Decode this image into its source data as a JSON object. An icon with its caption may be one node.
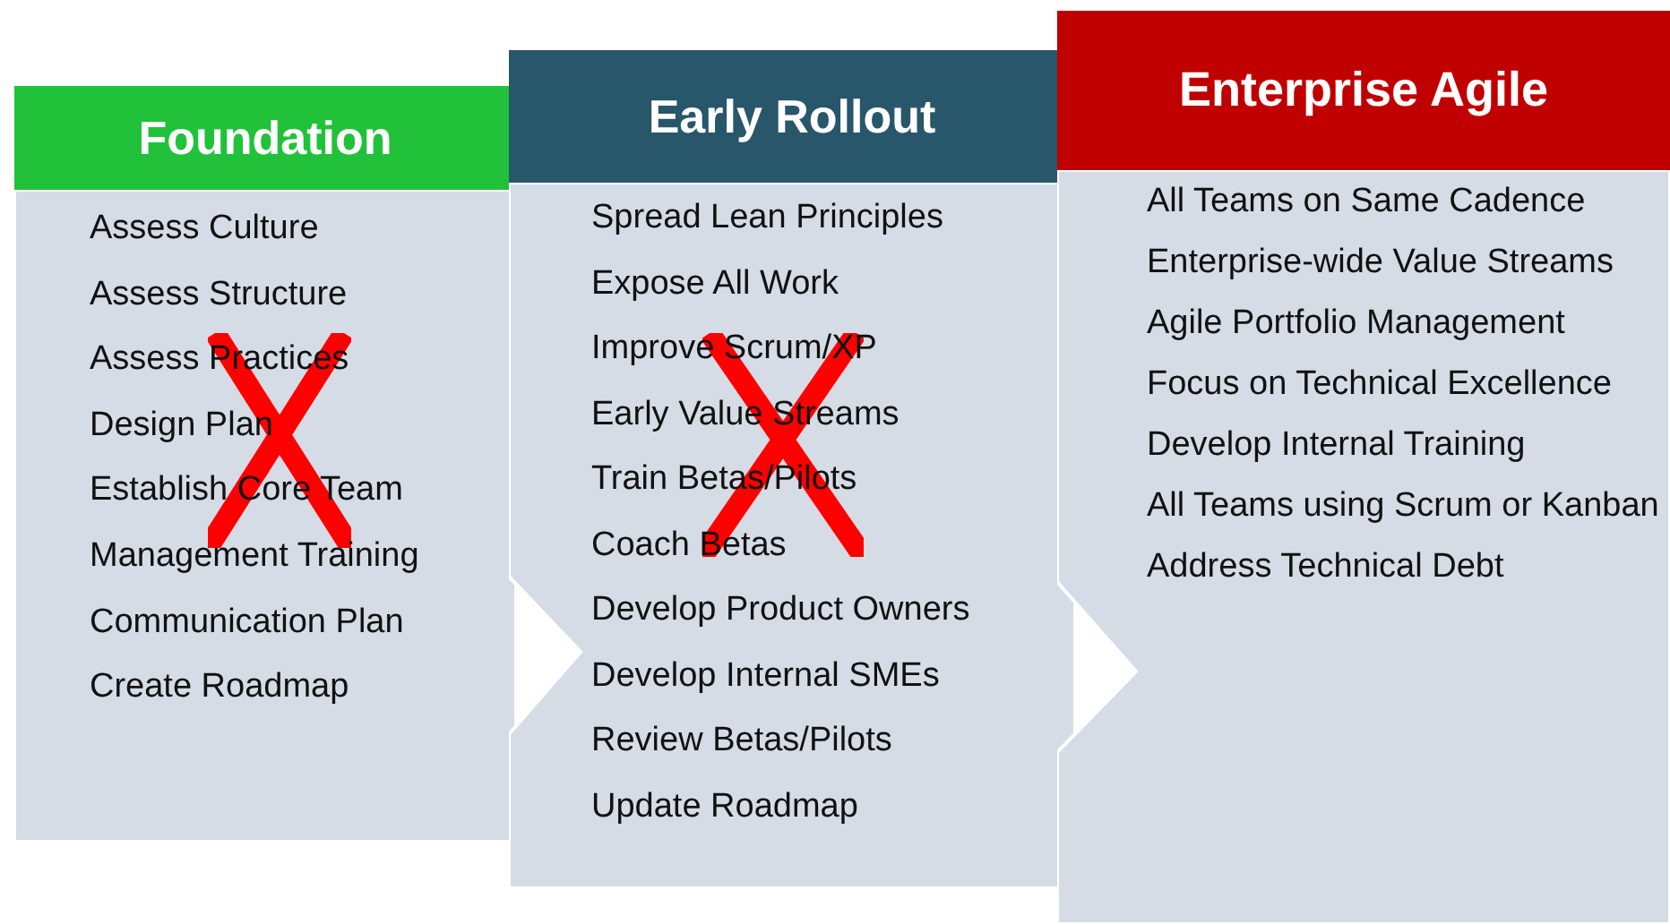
{
  "diagram": {
    "nodes": [
      {
        "text": [
          "Foundation",
          "Assess Culture",
          "Assess Structure",
          "Assess Practices",
          "Design Plan",
          "Establish Core Team",
          "Management Training",
          "Communication Plan",
          "Create Roadmap"
        ]
      },
      {
        "text": [
          "Early Rollout",
          "Spread Lean Principles",
          "Expose All Work",
          "Improve Scrum/XP",
          "Early Value Streams",
          "Train Betas/Pilots",
          "Coach Betas",
          "Develop Product Owners",
          "Develop Internal SMEs",
          "Review Betas/Pilots",
          "Update Roadmap"
        ]
      },
      {
        "text": [
          "Enterprise Agile",
          "All Teams on Same Cadence",
          "Enterprise-wide Value Streams",
          "Agile Portfolio Management",
          "Focus on Technical Excellence",
          "Develop Internal Training",
          "All Teams using Scrum or Kanban",
          "Address Technical Debt"
        ]
      }
    ]
  }
}
